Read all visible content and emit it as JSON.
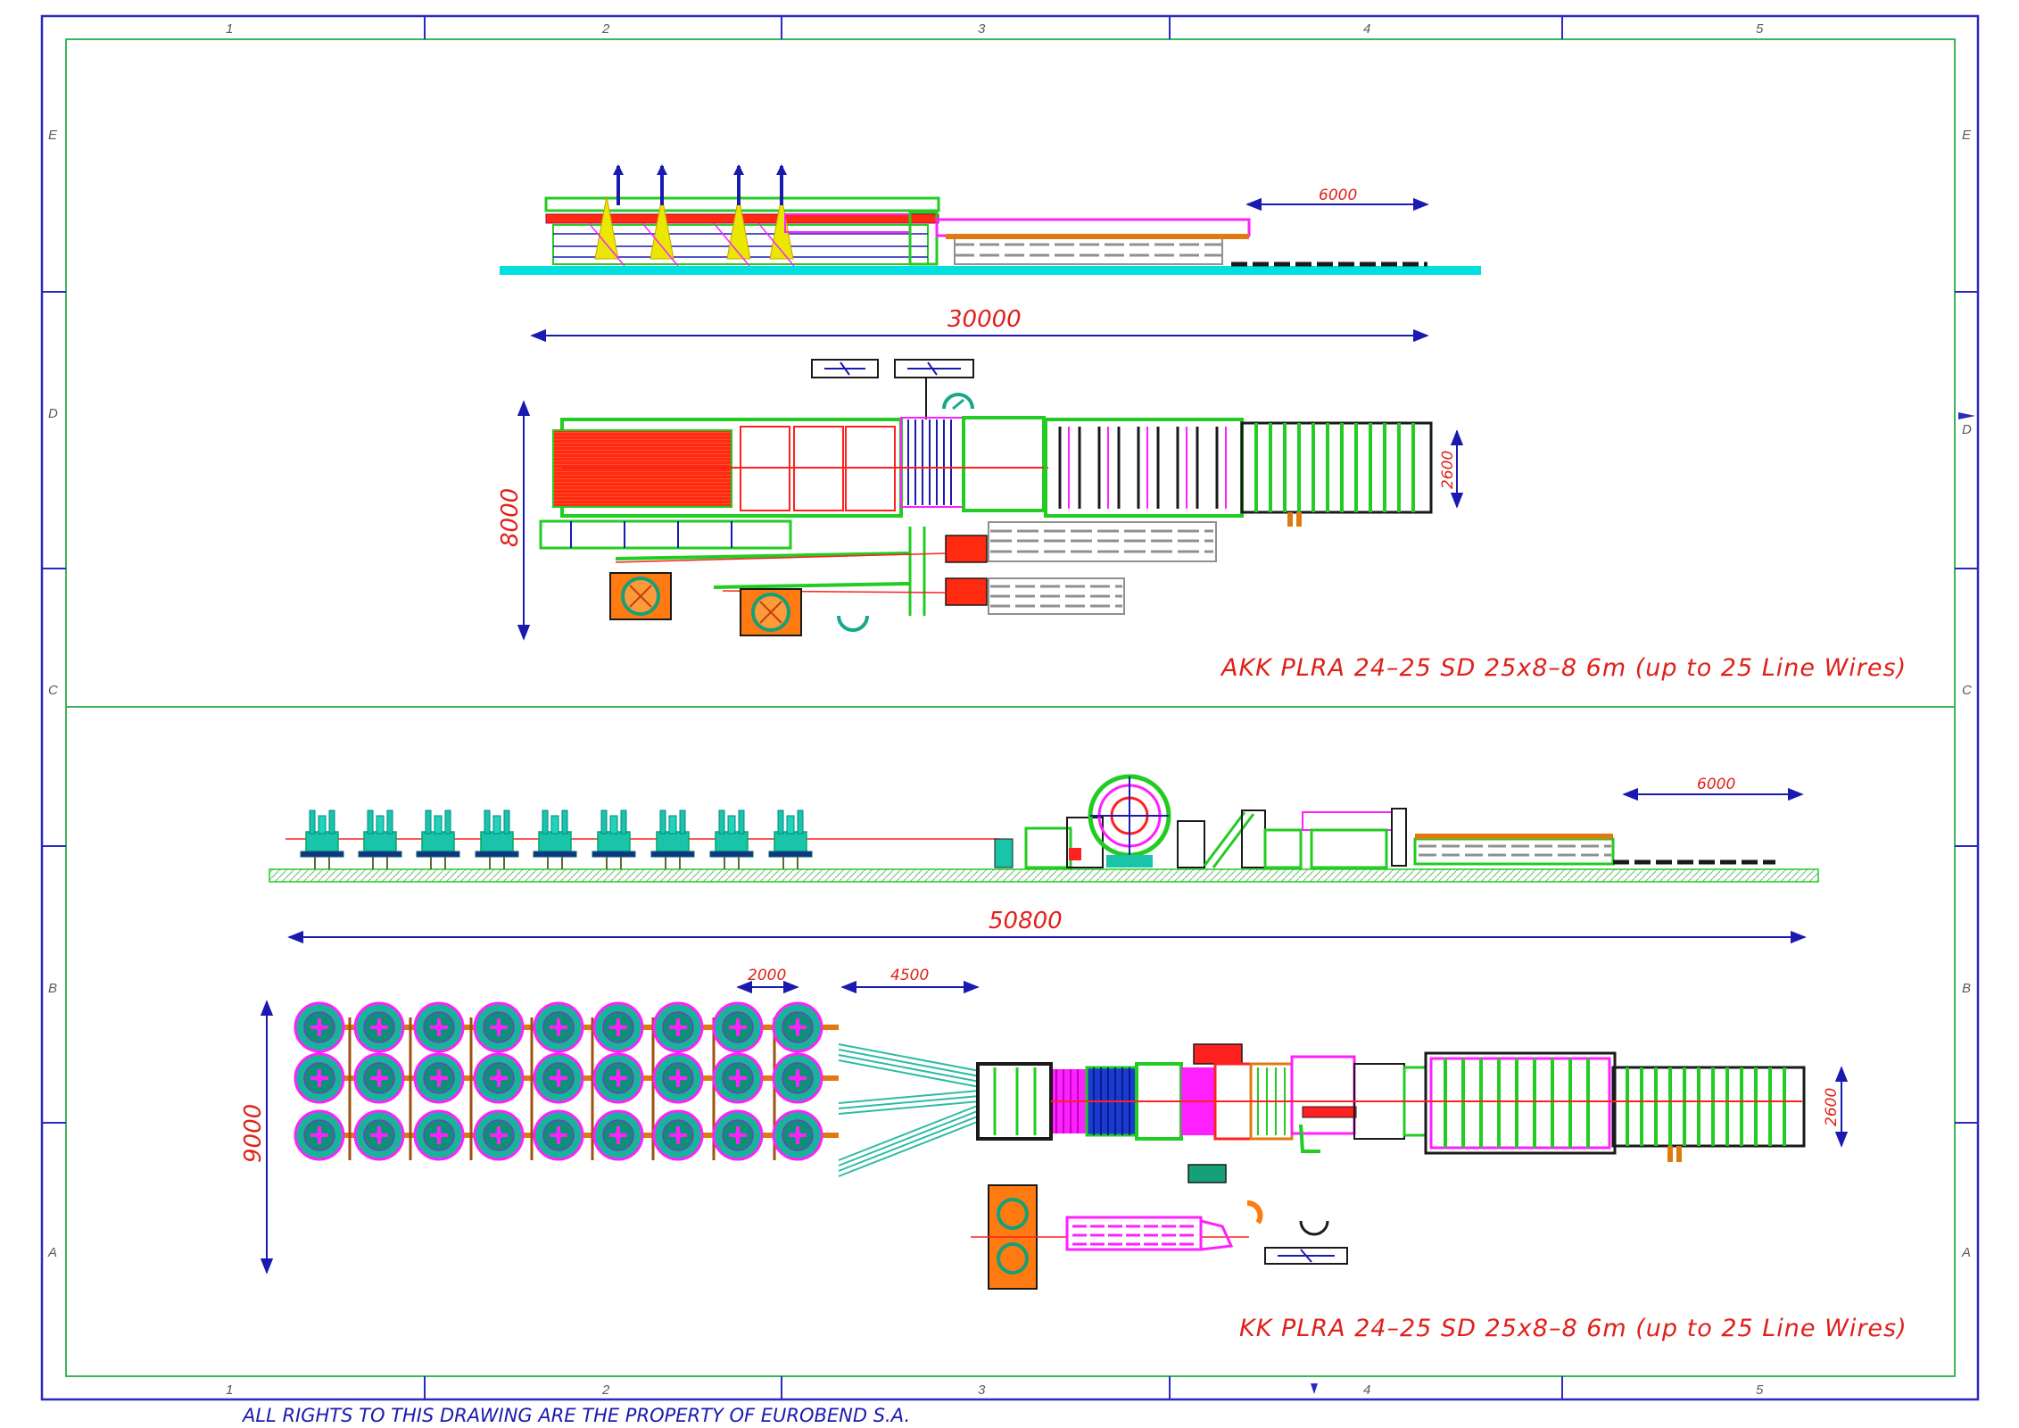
{
  "sheet": {
    "columns": [
      "1",
      "2",
      "3",
      "4",
      "5"
    ],
    "rows": [
      "E",
      "D",
      "C",
      "B",
      "A"
    ]
  },
  "top_layout": {
    "dim_elevation": "6000",
    "dim_length": "30000",
    "dim_width": "8000",
    "dim_cage": "2600",
    "title": "AKK PLRA 24–25 SD 25x8–8 6m (up to 25 Line Wires)"
  },
  "bottom_layout": {
    "dim_elevation": "6000",
    "dim_length": "50800",
    "dim_spacing": "2000",
    "dim_feed": "4500",
    "dim_width": "9000",
    "dim_cage": "2600",
    "title": "KK PLRA 24–25 SD 25x8–8 6m (up to 25 Line Wires)"
  },
  "footer": {
    "notice": "ALL RIGHTS TO THIS DRAWING ARE THE PROPERTY OF EUROBEND S.A."
  },
  "colors": {
    "frame_blue": "#2a2ac0",
    "inner_green": "#3cb45a",
    "cad_green": "#22cc22",
    "cad_red": "#ff2020",
    "cad_magenta": "#ff20ff",
    "cad_cyan": "#00e0e0",
    "cad_yellow": "#e8e800",
    "dim_red": "#e0201a",
    "dim_blue": "#1a1ab0"
  }
}
